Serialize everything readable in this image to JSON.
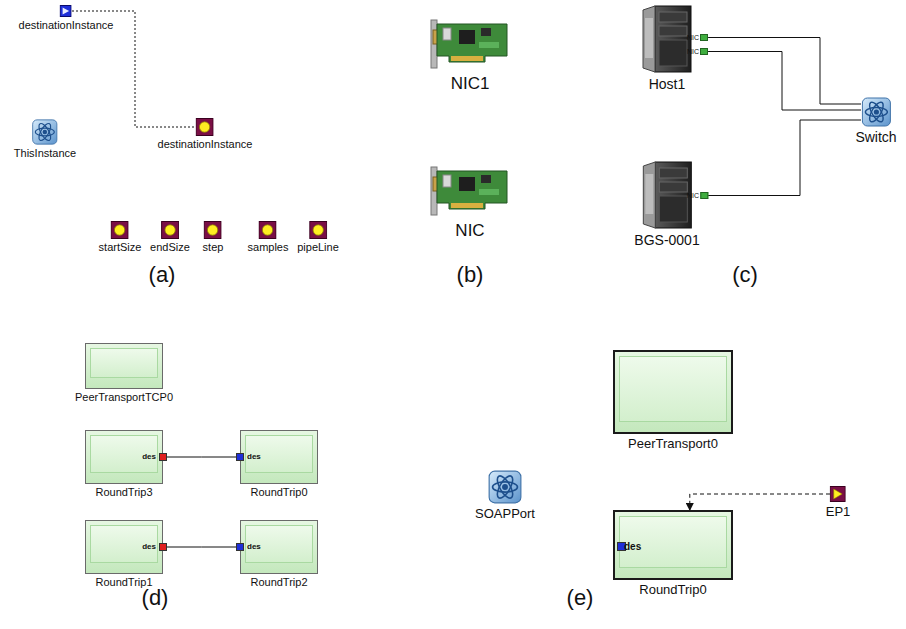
{
  "diagram": {
    "nodes": [
      {
        "text": [
          "destinationInstance"
        ]
      },
      {
        "text": [
          "ThisInstance"
        ]
      },
      {
        "text": [
          "destinationInstance"
        ]
      },
      {
        "text": [
          "startSize"
        ]
      },
      {
        "text": [
          "endSize"
        ]
      },
      {
        "text": [
          "step"
        ]
      },
      {
        "text": [
          "samples"
        ]
      },
      {
        "text": [
          "pipeLine"
        ]
      },
      {
        "text": [
          "NIC1"
        ]
      },
      {
        "text": [
          "NIC"
        ]
      },
      {
        "text": [
          "Host1",
          "NIC",
          "NIC"
        ]
      },
      {
        "text": [
          "Switch"
        ]
      },
      {
        "text": [
          "BGS-0001",
          "NIC"
        ]
      },
      {
        "text": [
          "PeerTransportTCP0"
        ]
      },
      {
        "text": [
          "des",
          "RoundTrip3"
        ]
      },
      {
        "text": [
          "des",
          "RoundTrip0"
        ]
      },
      {
        "text": [
          "des",
          "RoundTrip1"
        ]
      },
      {
        "text": [
          "des",
          "RoundTrip2"
        ]
      },
      {
        "text": [
          "PeerTransport0"
        ]
      },
      {
        "text": [
          "SOAPPort"
        ]
      },
      {
        "text": [
          "des",
          "RoundTrip0"
        ]
      },
      {
        "text": [
          "EP1"
        ]
      }
    ],
    "edges": [
      {
        "from": 0,
        "to": 2,
        "arrow": "none"
      },
      {
        "from": 10,
        "to": 11,
        "arrow": "none"
      },
      {
        "from": 10,
        "to": 11,
        "arrow": "none"
      },
      {
        "from": 12,
        "to": 11,
        "arrow": "none"
      },
      {
        "from": 14,
        "to": 15,
        "arrow": "none"
      },
      {
        "from": 16,
        "to": 17,
        "arrow": "none"
      },
      {
        "from": 21,
        "to": 20,
        "arrow": "to"
      }
    ],
    "labels": [
      "(a)",
      "(b)",
      "(c)",
      "(d)",
      "(e)"
    ]
  }
}
